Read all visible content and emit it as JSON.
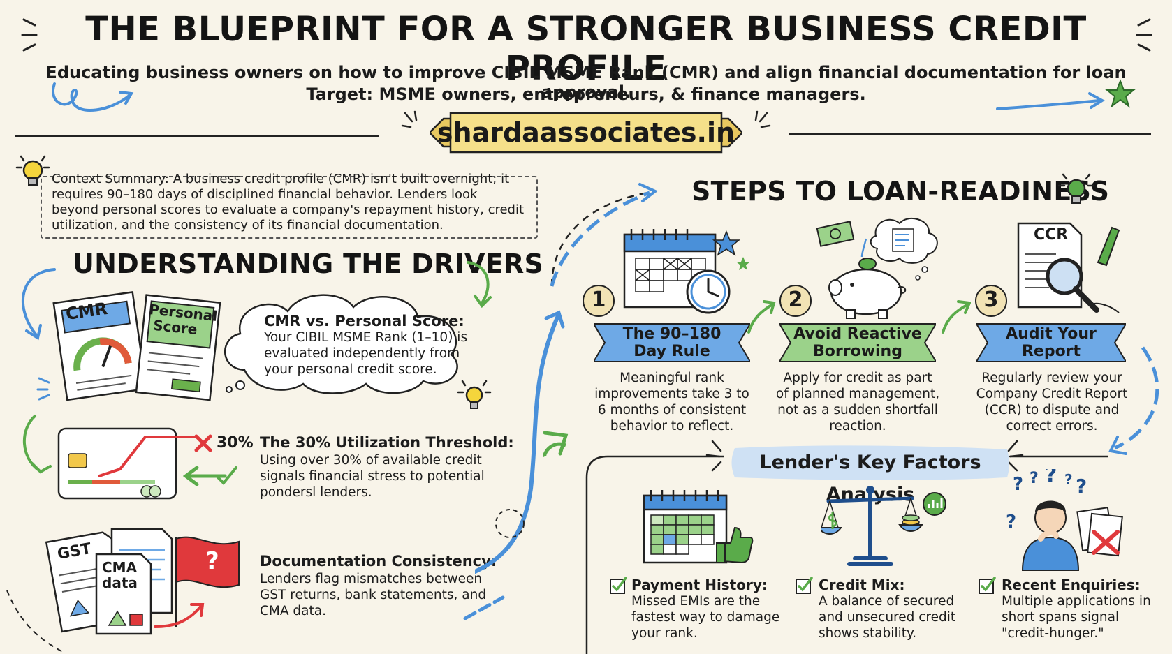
{
  "header": {
    "title": "THE BLUEPRINT FOR A STRONGER BUSINESS CREDIT PROFILE",
    "subtitle_line1": "Educating business owners on how to improve CIBIL MSME Rank (CMR) and align financial documentation for loan approval.",
    "subtitle_line2": "Target: MSME owners, entrepreneurs, & finance managers.",
    "site": "shardaassociates.in"
  },
  "context": {
    "text": "Context Summary: A business credit profile (CMR) isn't built overnight; it requires 90–180 days of disciplined financial behavior. Lenders look beyond personal scores to evaluate a company's repayment history, credit utilization, and the consistency of its financial documentation."
  },
  "drivers": {
    "heading": "UNDERSTANDING THE DRIVERS",
    "card_cmr": "CMR",
    "card_personal_1": "Personal",
    "card_personal_2": "Score",
    "cmr_vs_title": "CMR vs. Personal Score:",
    "cmr_vs_text": "Your CIBIL MSME Rank (1–10) is evaluated independently from your personal credit score.",
    "threshold_label": "30%",
    "utilization_title": "The 30% Utilization Threshold:",
    "utilization_text_1": "Using over 30% of available credit",
    "utilization_text_2": "signals financial stress to potential",
    "utilization_text_3": "pondersl lenders.",
    "doc_gst": "GST",
    "doc_cma_1": "CMA",
    "doc_cma_2": "data",
    "doc_flag_mark": "?",
    "documentation_title": "Documentation Consistency:",
    "documentation_text_1": "Lenders flag mismatches between",
    "documentation_text_2": "GST returns, bank statements, and",
    "documentation_text_3": "CMA data."
  },
  "steps": {
    "heading": "STEPS TO LOAN-READINESS",
    "items": [
      {
        "num": "1",
        "title_1": "The 90–180",
        "title_2": "Day Rule",
        "desc_1": "Meaningful rank",
        "desc_2": "improvements take 3 to",
        "desc_3": "6 months of consistent",
        "desc_4": "behavior to reflect."
      },
      {
        "num": "2",
        "title_1": "Avoid Reactive",
        "title_2": "Borrowing",
        "desc_1": "Apply for credit as part",
        "desc_2": "of planned management,",
        "desc_3": "not as a sudden shortfall",
        "desc_4": "reaction."
      },
      {
        "num": "3",
        "title_1": "Audit Your",
        "title_2": "Report",
        "desc_1": "Regularly review your",
        "desc_2": "Company Credit Report",
        "desc_3": "(CCR) to dispute and",
        "desc_4": "correct errors."
      }
    ],
    "ccr_label": "CCR"
  },
  "factors": {
    "heading": "Lender's Key Factors Analysis",
    "items": [
      {
        "title": "Payment History:",
        "desc_1": "Missed EMIs are the",
        "desc_2": "fastest way to damage",
        "desc_3": "your rank."
      },
      {
        "title": "Credit Mix:",
        "desc_1": "A balance of secured",
        "desc_2": "and unsecured credit",
        "desc_3": "shows stability."
      },
      {
        "title": "Recent Enquiries:",
        "desc_1": "Multiple applications in",
        "desc_2": "short spans signal",
        "desc_3": "\"credit-hunger.\""
      }
    ]
  },
  "colors": {
    "background": "#f8f4e9",
    "blue_accent": "#4a90d9",
    "green_accent": "#5aab4a",
    "banner_yellow": "#f5e08a",
    "red_flag": "#e0393c"
  }
}
